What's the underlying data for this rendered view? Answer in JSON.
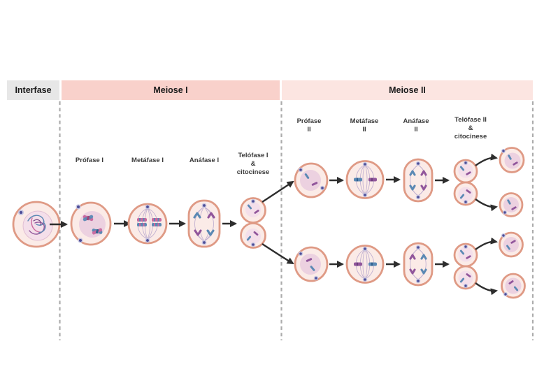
{
  "header": {
    "interfase": "Interfase",
    "meiose1": "Meiose I",
    "meiose2": "Meiose II"
  },
  "stages_meiose1": {
    "profase": "Prófase I",
    "metafase": "Metáfase I",
    "anafase": "Anáfase I",
    "telofase": "Telófase I\n&\ncitocinese"
  },
  "stages_meiose2": {
    "profase": "Prófase\nII",
    "metafase": "Metáfase\nII",
    "anafase": "Anáfase\nII",
    "telofase": "Telófase II\n&\ncitocinese"
  },
  "colors": {
    "hgray": "#e7e7e7",
    "hpink1": "#f9d1cb",
    "hpink2": "#fce5e1",
    "htext": "#1c1c1c",
    "ltext": "#3a3a3a",
    "mem": "#df9a85",
    "cyt": "#fbebe7",
    "nuc": "#ecd1e0",
    "nuclight": "#f4dfea",
    "blue": "#5b89b4",
    "blued": "#31608e",
    "purple": "#91569b",
    "purpled": "#6d3f7d",
    "pink": "#c9699f",
    "pinkd": "#a04479",
    "cent": "#4c4c96",
    "centhalo": "#c6c6e2",
    "spin": "#bfaed0",
    "arrow": "#2d2d2d",
    "dash": "#acacac"
  }
}
